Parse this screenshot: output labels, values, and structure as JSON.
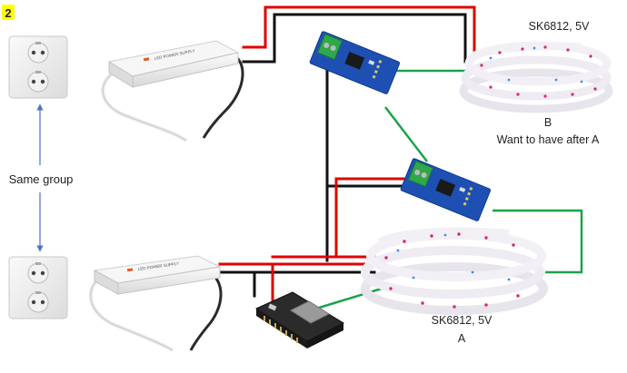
{
  "badge": {
    "label": "2",
    "color": "#ffff00"
  },
  "outlets": {
    "group_label": "Same group"
  },
  "strips": [
    {
      "id": "B",
      "spec": "SK6812, 5V",
      "letter": "B",
      "note": "Want to have after A"
    },
    {
      "id": "A",
      "spec": "SK6812, 5V",
      "letter": "A"
    }
  ],
  "power_supplies": {
    "label_text": "LED POWER SUPPLY"
  },
  "wire_colors": {
    "power": "#e00000",
    "ground": "#111111",
    "data": "#1aa34a",
    "arrow": "#4a72c4"
  }
}
